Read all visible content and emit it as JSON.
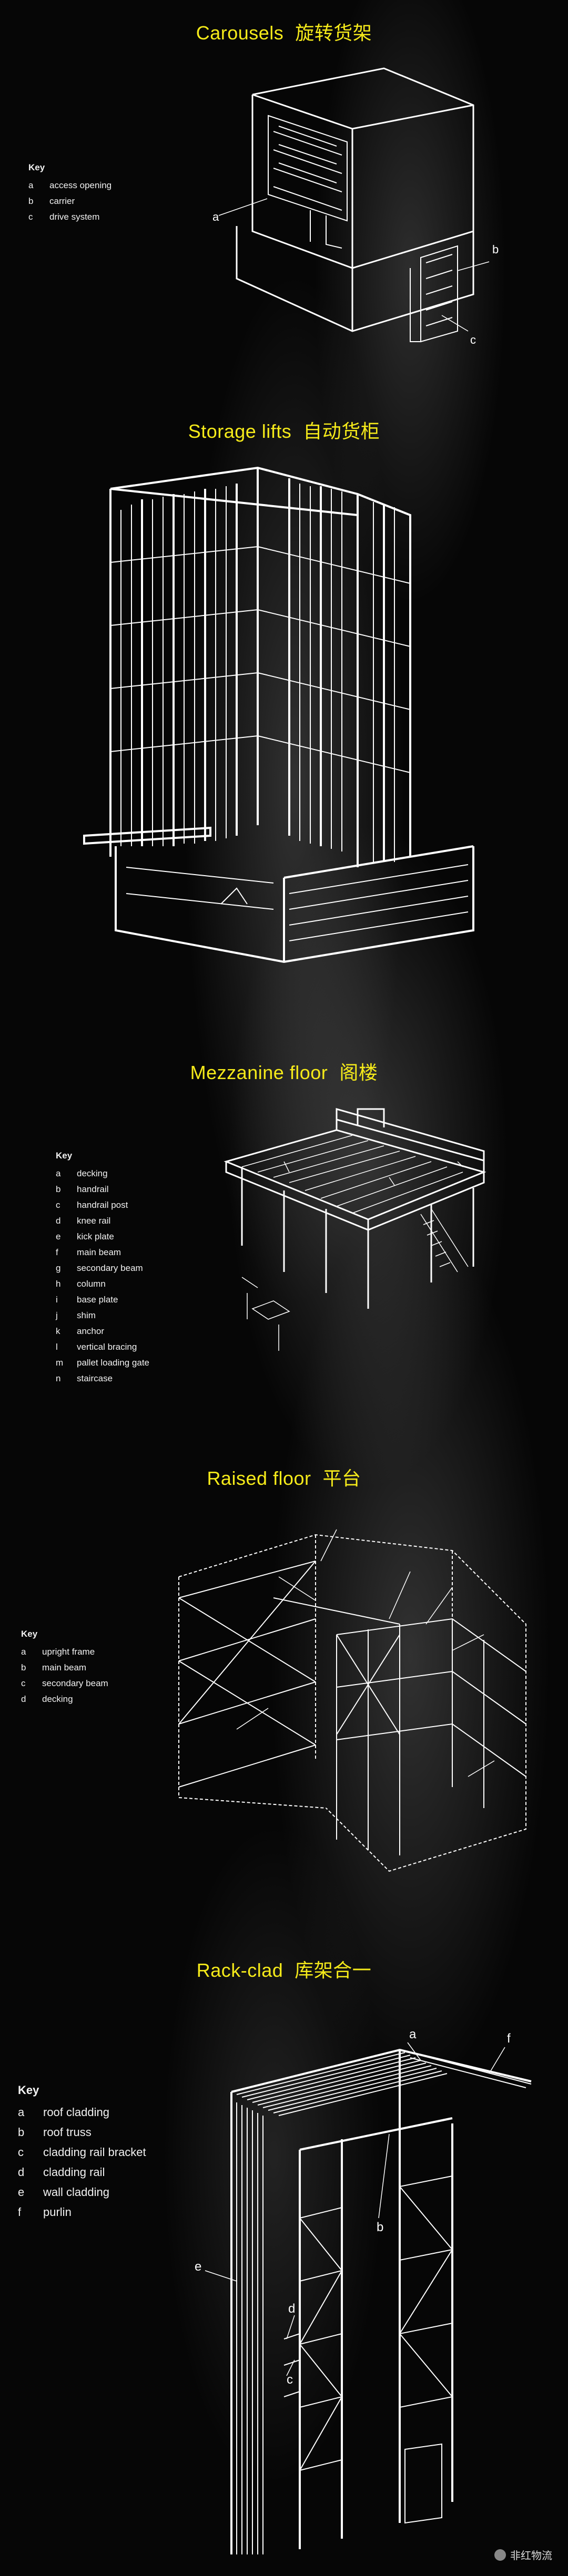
{
  "sections": [
    {
      "title_en": "Carousels",
      "title_zh": "旋转货架",
      "key_title": "Key",
      "key": [
        {
          "letter": "a",
          "label": "access opening"
        },
        {
          "letter": "b",
          "label": "carrier"
        },
        {
          "letter": "c",
          "label": "drive system"
        }
      ],
      "callouts": [
        "a",
        "b",
        "c"
      ]
    },
    {
      "title_en": "Storage lifts",
      "title_zh": "自动货柜",
      "key_title": "",
      "key": [],
      "callouts": []
    },
    {
      "title_en": "Mezzanine floor",
      "title_zh": "阁楼",
      "key_title": "Key",
      "key": [
        {
          "letter": "a",
          "label": "decking"
        },
        {
          "letter": "b",
          "label": "handrail"
        },
        {
          "letter": "c",
          "label": "handrail post"
        },
        {
          "letter": "d",
          "label": "knee rail"
        },
        {
          "letter": "e",
          "label": "kick plate"
        },
        {
          "letter": "f",
          "label": "main beam"
        },
        {
          "letter": "g",
          "label": "secondary beam"
        },
        {
          "letter": "h",
          "label": "column"
        },
        {
          "letter": "i",
          "label": "base plate"
        },
        {
          "letter": "j",
          "label": "shim"
        },
        {
          "letter": "k",
          "label": "anchor"
        },
        {
          "letter": "l",
          "label": "vertical bracing"
        },
        {
          "letter": "m",
          "label": "pallet loading gate"
        },
        {
          "letter": "n",
          "label": "staircase"
        }
      ],
      "callouts": []
    },
    {
      "title_en": "Raised floor",
      "title_zh": "平台",
      "key_title": "Key",
      "key": [
        {
          "letter": "a",
          "label": "upright frame"
        },
        {
          "letter": "b",
          "label": "main beam"
        },
        {
          "letter": "c",
          "label": "secondary beam"
        },
        {
          "letter": "d",
          "label": "decking"
        }
      ],
      "callouts": []
    },
    {
      "title_en": "Rack-clad",
      "title_zh": "库架合一",
      "key_title": "Key",
      "key": [
        {
          "letter": "a",
          "label": "roof cladding"
        },
        {
          "letter": "b",
          "label": "roof truss"
        },
        {
          "letter": "c",
          "label": "cladding rail bracket"
        },
        {
          "letter": "d",
          "label": "cladding rail"
        },
        {
          "letter": "e",
          "label": "wall cladding"
        },
        {
          "letter": "f",
          "label": "purlin"
        }
      ],
      "callouts": [
        "a",
        "b",
        "c",
        "d",
        "e",
        "f"
      ]
    }
  ],
  "watermark": "非红物流",
  "colors": {
    "title": "#f5ea1a",
    "background": "#060606",
    "line": "#ffffff"
  }
}
